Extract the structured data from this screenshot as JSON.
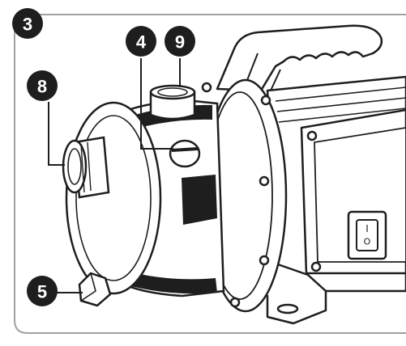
{
  "figure_number": "3",
  "callouts": [
    {
      "label": "4",
      "part": "vent-screw"
    },
    {
      "label": "9",
      "part": "outlet-port"
    },
    {
      "label": "8",
      "part": "inlet-port"
    },
    {
      "label": "5",
      "part": "drain-plug"
    }
  ],
  "switch": {
    "on_symbol": "I",
    "off_symbol": "O"
  },
  "colors": {
    "badge": "#1e1e1e",
    "frame": "#a0a0a0",
    "label_plate": "#1e1e1e",
    "line": "#1e1e1e"
  }
}
